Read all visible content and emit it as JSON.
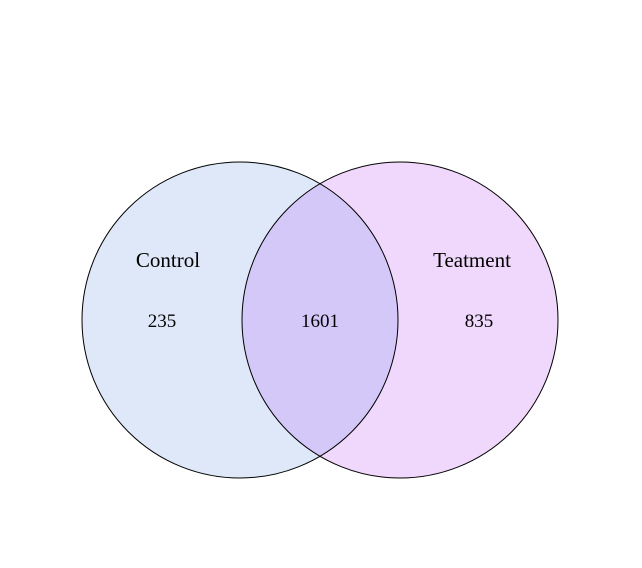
{
  "venn": {
    "sets": [
      {
        "label": "Control",
        "only_count": "235",
        "fill": "#dfe8f8"
      },
      {
        "label": "Teatment",
        "only_count": "835",
        "fill": "#f0d8fc"
      }
    ],
    "intersection_count": "1601",
    "intersection_fill": "#d4c8f8",
    "stroke": "#000000"
  }
}
